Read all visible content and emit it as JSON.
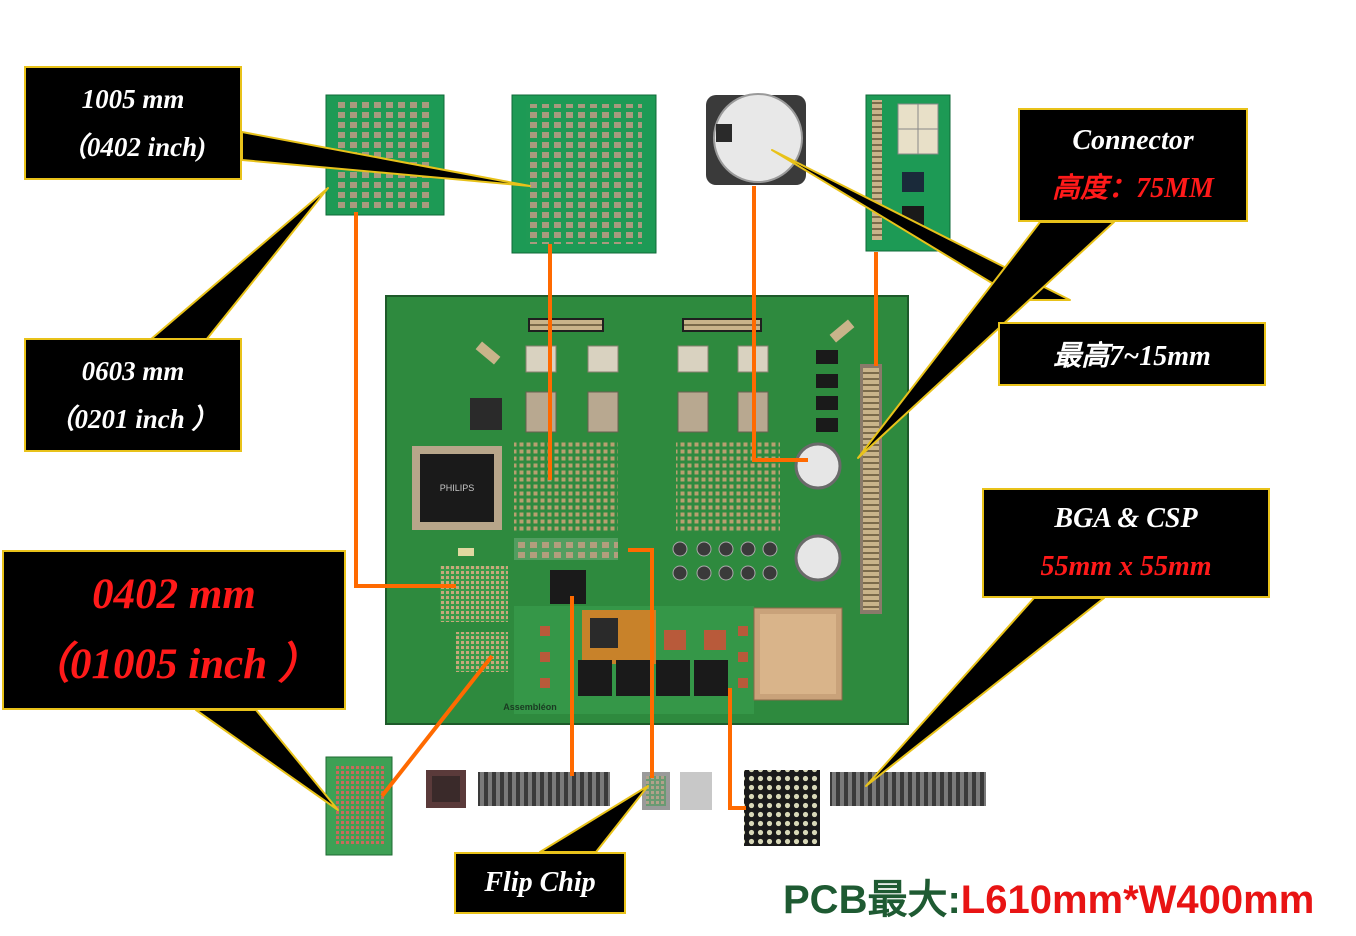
{
  "callouts": {
    "c1005": {
      "line1": "1005 mm",
      "line2": "（0402 inch)"
    },
    "c0603": {
      "line1": "0603 mm",
      "line2": "（0201 inch ）"
    },
    "c0402": {
      "line1": "0402 mm",
      "line2": "（01005 inch ）"
    },
    "connector": {
      "line1": "Connector",
      "line2": "高度：75MM"
    },
    "max_height": {
      "line1": "最高7~15mm"
    },
    "bga": {
      "line1": "BGA & CSP",
      "line2": "55mm x 55mm"
    },
    "flipchip": {
      "line1": "Flip Chip"
    }
  },
  "board": {
    "chip_brand": "PHILIPS",
    "board_label": "Assembléon"
  },
  "footer": {
    "prefix": "PCB最大:",
    "value": "L610mm*W400mm"
  },
  "colors": {
    "callout_bg": "#000000",
    "callout_border": "#e8c21a",
    "pointer_line": "#ff6a00",
    "board_green": "#2e8a3e",
    "red_text": "#ff1a1a",
    "footer_green": "#1e5a32",
    "footer_red": "#e81414"
  }
}
